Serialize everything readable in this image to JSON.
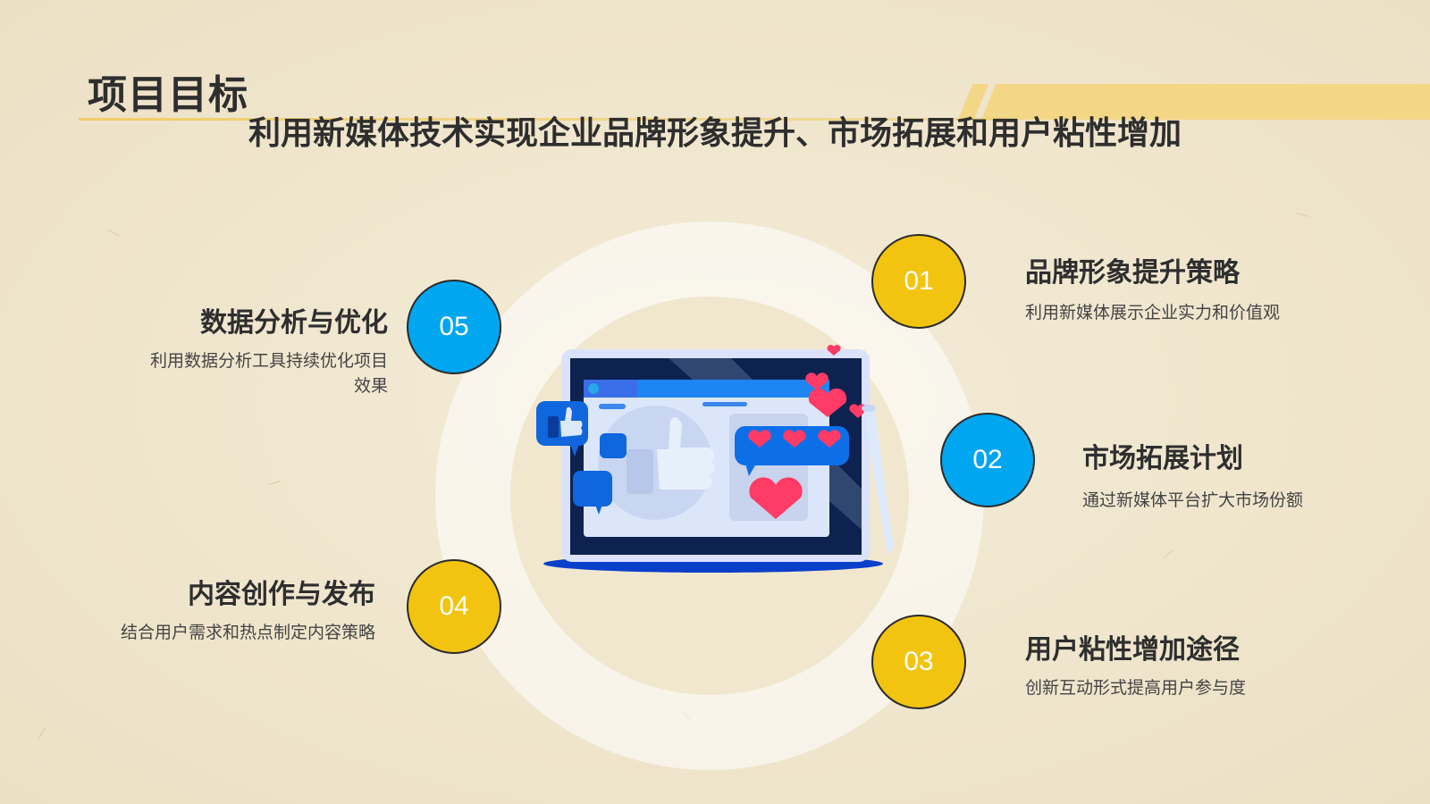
{
  "slide": {
    "title": "项目目标",
    "subtitle": "利用新媒体技术实现企业品牌形象提升、市场拓展和用户粘性增加"
  },
  "colors": {
    "yellow": "#f2c40f",
    "blue": "#00a6f0",
    "accent_stripe": "#f3d57a",
    "text_dark": "#2e2e2e",
    "heart_red": "#ff3b66",
    "like_blue": "#1370e6"
  },
  "items": [
    {
      "number": "01",
      "title": "品牌形象提升策略",
      "desc": "利用新媒体展示企业实力和价值观",
      "color": "yellow"
    },
    {
      "number": "02",
      "title": "市场拓展计划",
      "desc": "通过新媒体平台扩大市场份额",
      "color": "blue"
    },
    {
      "number": "03",
      "title": "用户粘性增加途径",
      "desc": "创新互动形式提高用户参与度",
      "color": "yellow"
    },
    {
      "number": "04",
      "title": "内容创作与发布",
      "desc": "结合用户需求和热点制定内容策略",
      "color": "yellow"
    },
    {
      "number": "05",
      "title": "数据分析与优化",
      "desc": "利用数据分析工具持续优化项目效果",
      "color": "blue"
    }
  ],
  "illustration": {
    "description": "tablet-social-media-likes-hearts",
    "icons": [
      "tablet-icon",
      "facebook-icon",
      "thumbs-up-icon",
      "heart-icon",
      "pencil-icon"
    ]
  }
}
